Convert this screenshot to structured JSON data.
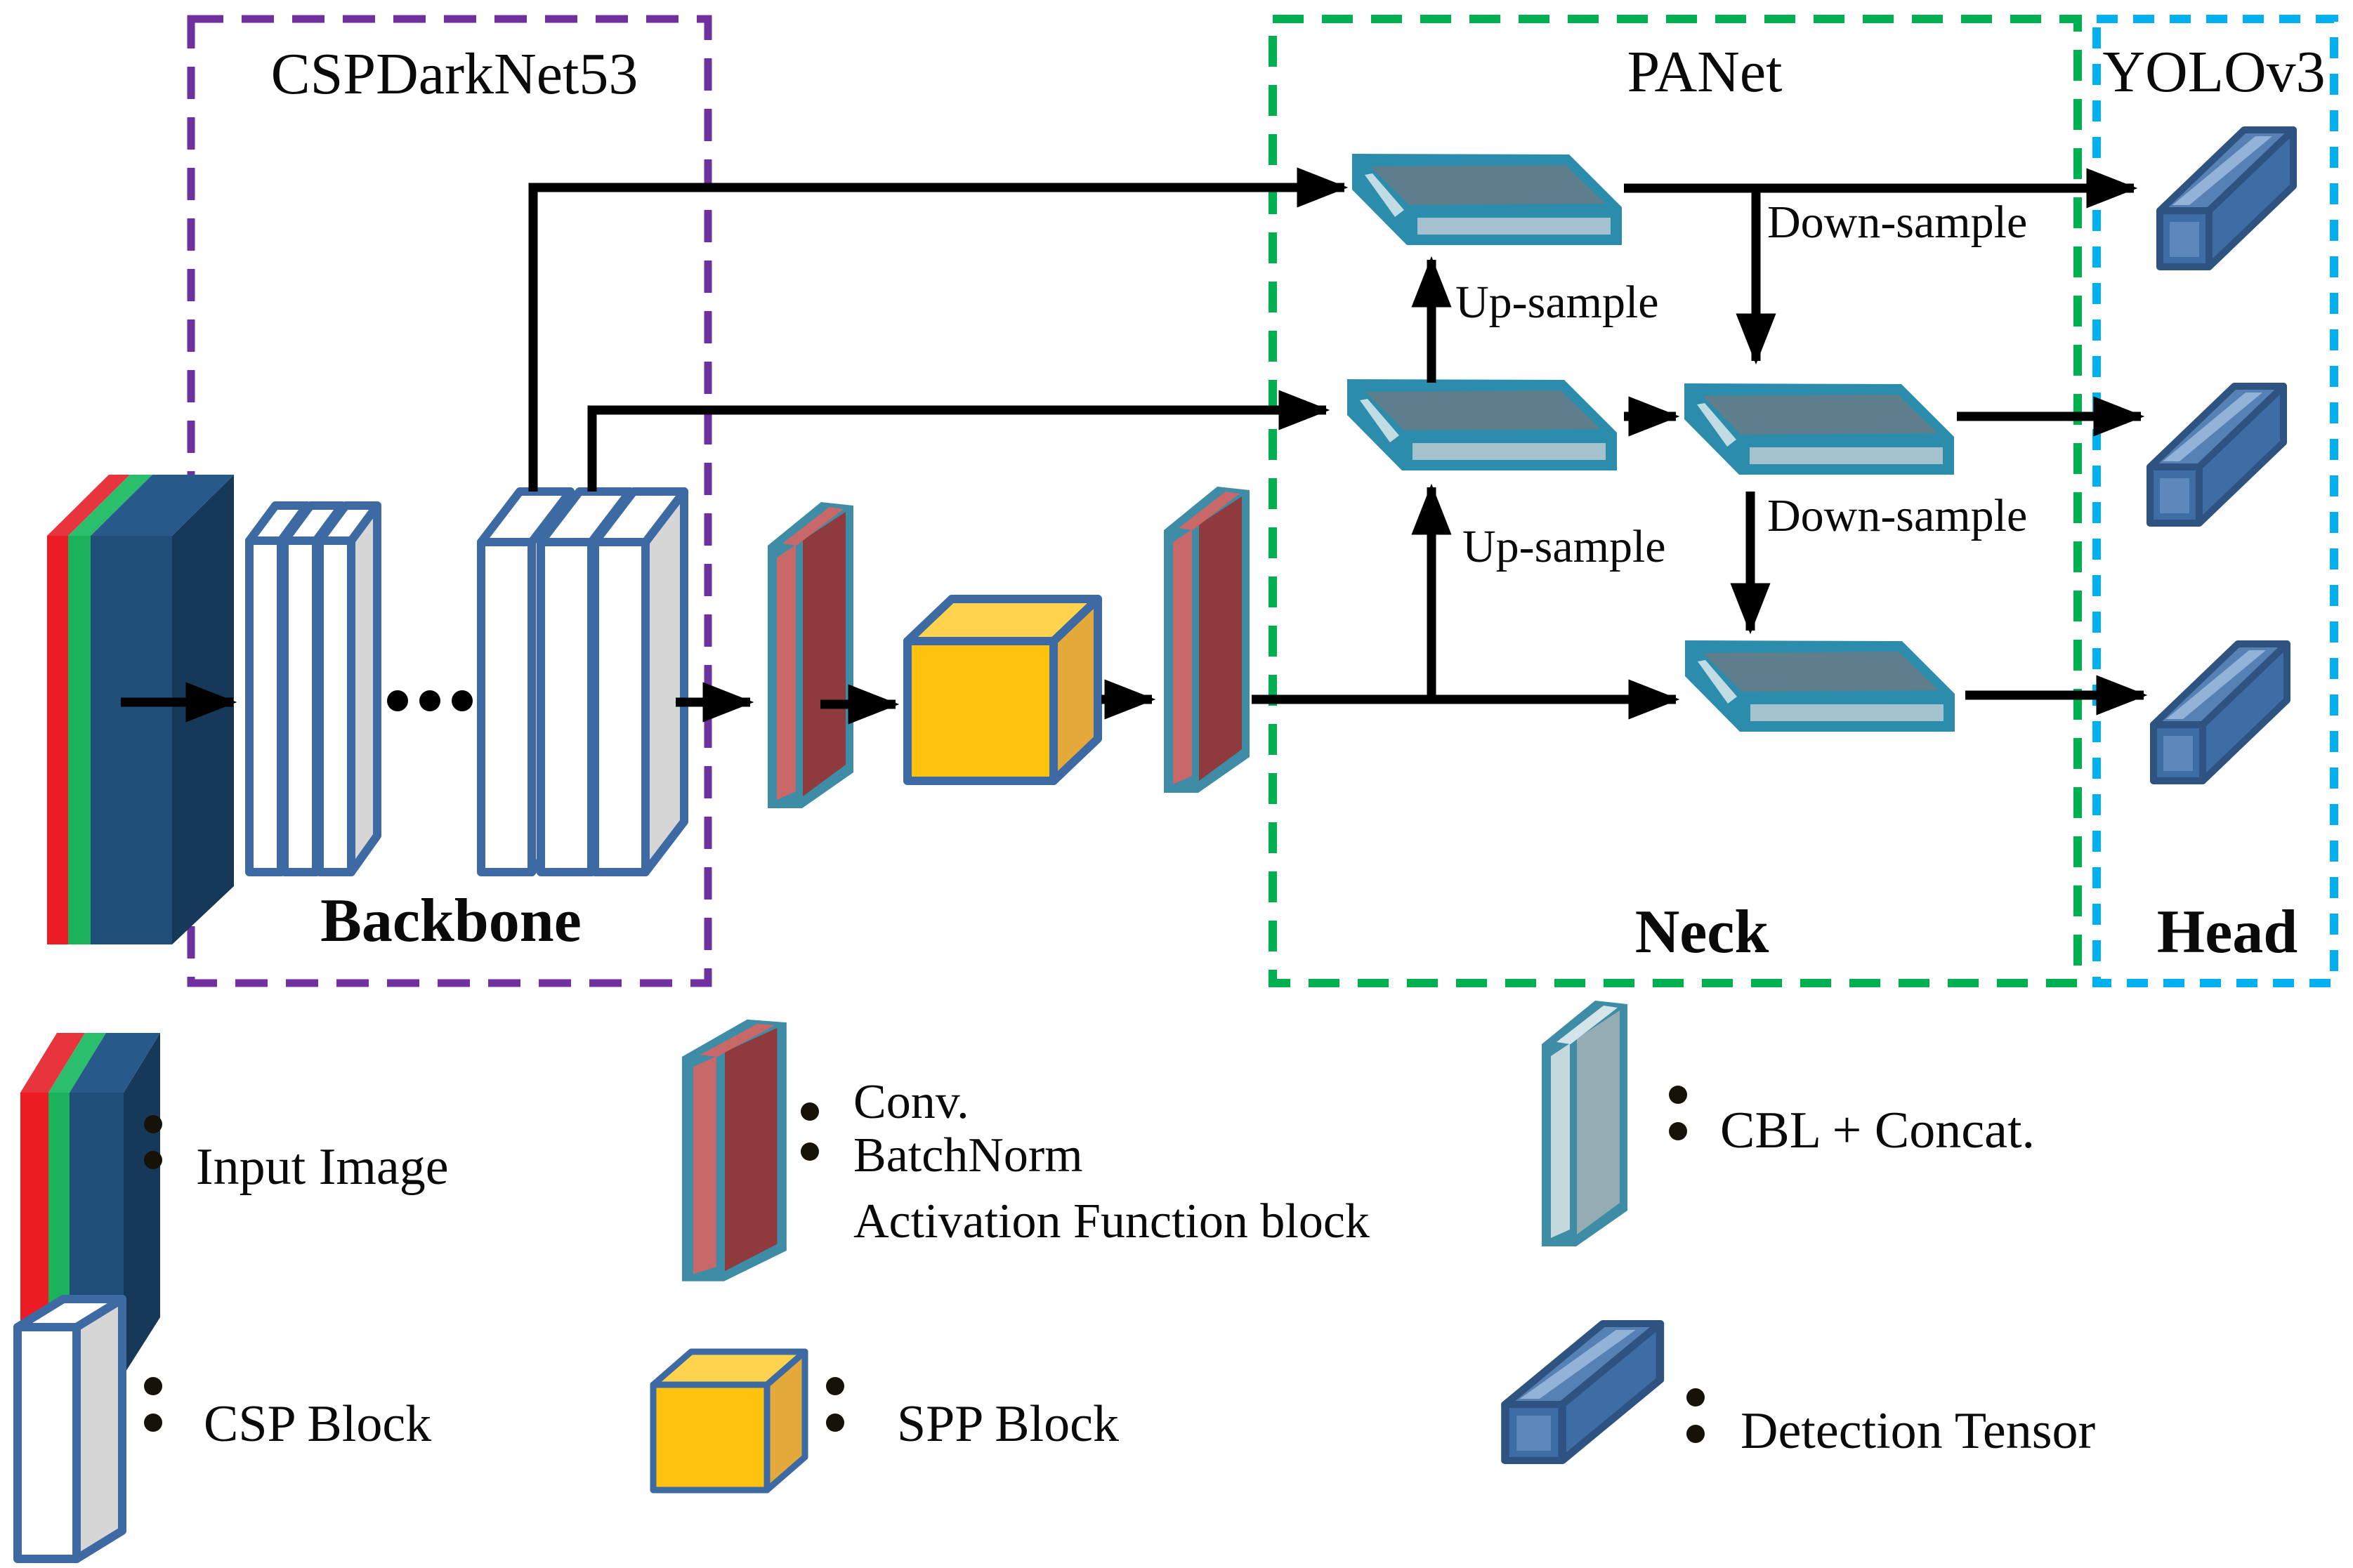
{
  "sections": {
    "backbone": {
      "title": "CSPDarkNet53",
      "label": "Backbone",
      "border_color": "#7030A0",
      "label_color": "#7030A0"
    },
    "neck": {
      "title": "PANet",
      "label": "Neck",
      "border_color": "#00B050",
      "label_color": "#00B050"
    },
    "head": {
      "title": "YOLOv3",
      "label": "Head",
      "border_color": "#00B0F0",
      "label_color": "#00B0F0"
    }
  },
  "edges": {
    "up_sample": "Up-sample",
    "down_sample": "Down-sample"
  },
  "legend": {
    "separator": ":",
    "input_image": {
      "label": "Input Image"
    },
    "cbl": {
      "label_lines": [
        "Conv.",
        "BatchNorm",
        "Activation Function block"
      ]
    },
    "cbl_concat": {
      "label": "CBL + Concat."
    },
    "csp_block": {
      "label": "CSP Block"
    },
    "spp_block": {
      "label": "SPP Block"
    },
    "detection_tensor": {
      "label": "Detection Tensor"
    }
  },
  "colors": {
    "backbone_purple": "#7030A0",
    "neck_green": "#00B050",
    "head_cyan": "#00B0F0",
    "arrow_black": "#000000",
    "csp_border_blue": "#3D6AA2",
    "csp_face_white": "#FFFFFF",
    "csp_side_gray": "#D6D6D6",
    "input_red": "#EC1C24",
    "input_green": "#1CB25B",
    "input_navy": "#1F4E79",
    "cbl_teal": "#3E8CA6",
    "cbl_salmon": "#C96868",
    "cbl_dark_red": "#8F3A3C",
    "spp_yellow": "#FFC20E",
    "panet_plate_teal": "#2C8CAC",
    "panet_plate_slate": "#5F7E8C",
    "tensor_blue": "#3E6CA4",
    "tensor_dark": "#2E5380"
  }
}
